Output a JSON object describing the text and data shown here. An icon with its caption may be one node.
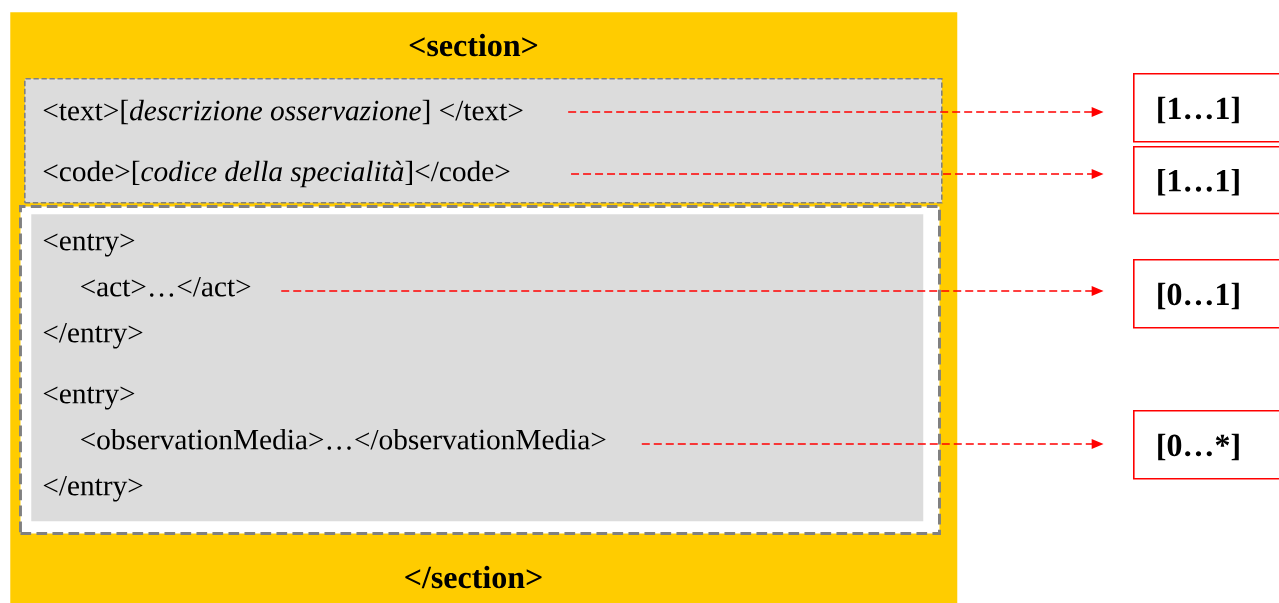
{
  "diagram": {
    "nodes": [
      {
        "text": [
          "<section>",
          "</section>"
        ]
      },
      {
        "text": [],
        "shape": "box",
        "in": 0
      },
      {
        "text": [
          "<text>[*descrizione osservazione*] </text>"
        ],
        "in": 1
      },
      {
        "text": [
          "<code>[*codice della specialità*]</code>"
        ],
        "in": 1
      },
      {
        "text": [],
        "shape": "box",
        "in": 0
      },
      {
        "text": [],
        "shape": "box",
        "in": 4
      },
      {
        "text": [
          "<entry>",
          "<act>…</act>",
          "</entry>"
        ],
        "in": 5
      },
      {
        "text": [
          "<entry>",
          "<observationMedia>…</observationMedia>",
          "</entry>"
        ],
        "in": 5
      },
      {
        "text": [
          "[1…1]"
        ]
      },
      {
        "text": [
          "[1…1]"
        ]
      },
      {
        "text": [
          "[0…1]"
        ]
      },
      {
        "text": [
          "[0…*]"
        ]
      }
    ],
    "edges": [
      {
        "from": 2,
        "to": 8,
        "arrow": "to",
        "style": "dashed"
      },
      {
        "from": 3,
        "to": 9,
        "arrow": "to",
        "style": "dashed"
      },
      {
        "from": 6,
        "to": 10,
        "arrow": "to",
        "style": "dashed"
      },
      {
        "from": 7,
        "to": 11,
        "arrow": "to",
        "style": "dashed"
      }
    ]
  }
}
